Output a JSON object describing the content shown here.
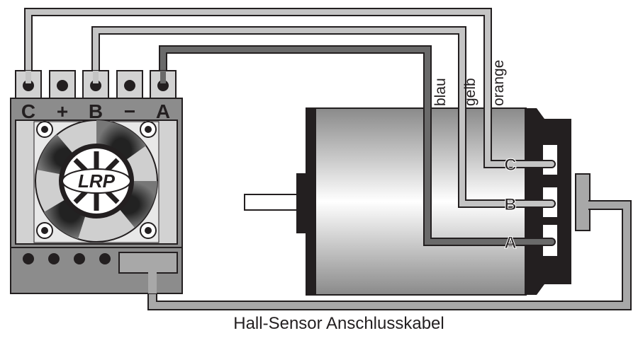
{
  "esc": {
    "terminal_labels": [
      "C",
      "+",
      "B",
      "−",
      "A"
    ],
    "logo_text": "LRP"
  },
  "wires": {
    "blau": "blau",
    "gelb": "gelb",
    "orange": "orange"
  },
  "motor": {
    "phase_labels": [
      "C",
      "B",
      "A"
    ]
  },
  "caption": "Hall-Sensor Anschlusskabel",
  "colors": {
    "wire_light": "#c4c4c4",
    "wire_dark": "#6a6a6a",
    "esc_body": "#8c8c8c",
    "motor_cap": "#231f20"
  }
}
